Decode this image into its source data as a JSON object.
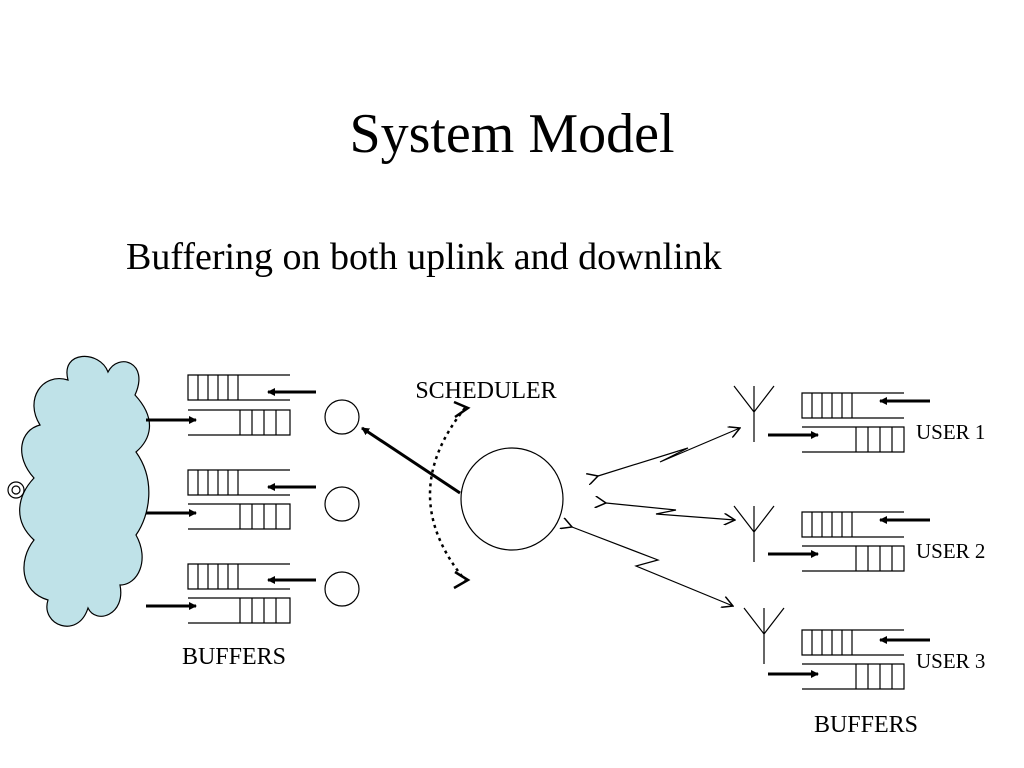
{
  "slide": {
    "title": "System Model",
    "subtitle": "Buffering on both uplink and downlink"
  },
  "diagram": {
    "scheduler_label": "SCHEDULER",
    "left_buffers_label": "BUFFERS",
    "right_buffers_label": "BUFFERS",
    "users": [
      "USER 1",
      "USER 2",
      "USER 3"
    ],
    "colors": {
      "cloud_fill": "#bfe2e8",
      "stroke": "#000000"
    }
  }
}
